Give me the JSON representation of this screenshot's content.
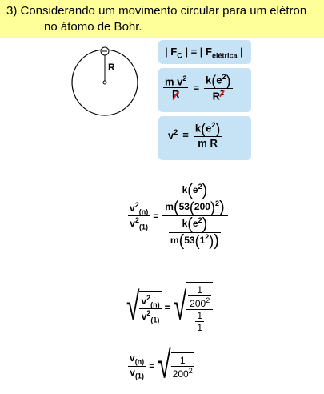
{
  "header": {
    "line1": "3) Considerando um movimento circular para um elétron",
    "line2": "no átomo de Bohr."
  },
  "diagram": {
    "radius_label": "R"
  },
  "formulas": {
    "force_eq": {
      "F": "F",
      "c": "C",
      "eq": "=",
      "el": "elétrica"
    },
    "ratio": {
      "m": "m",
      "v": "v",
      "two": "2",
      "R": "R",
      "eq": "=",
      "k": "k",
      "e": "e"
    },
    "result": {
      "v": "v",
      "two": "2",
      "eq": "=",
      "k": "k",
      "e": "e",
      "m": "m",
      "R": "R"
    }
  },
  "work": {
    "v": "v",
    "n": "(n)",
    "one": "(1)",
    "two": "2",
    "eq": "=",
    "k": "k",
    "e": "e",
    "m": "m",
    "fifty3": "53",
    "two_hundred": "200",
    "one_val": "1",
    "big_two_hundred": "200"
  }
}
